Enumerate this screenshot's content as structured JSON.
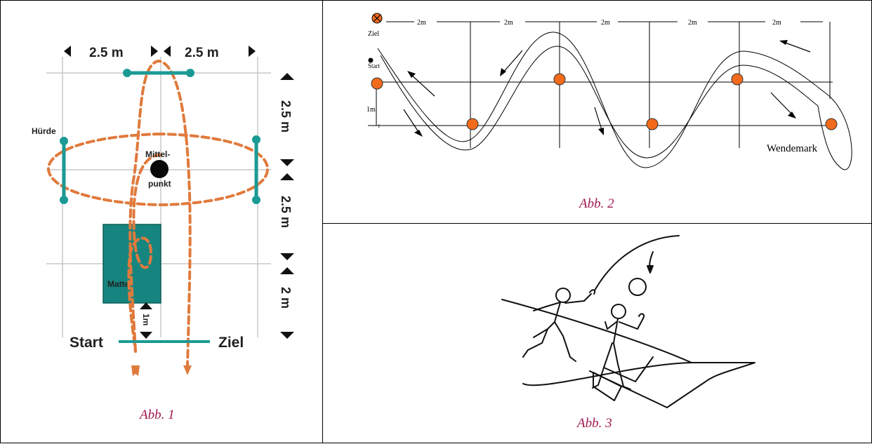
{
  "figure1": {
    "caption": "Abb. 1",
    "dim_top_left": "2.5 m",
    "dim_top_right": "2.5 m",
    "dim_right_1": "2.5 m",
    "dim_right_2": "2.5 m",
    "dim_right_3": "2 m",
    "label_hurdle": "Hürde",
    "label_center_1": "Mittel-",
    "label_center_2": "punkt",
    "label_mat": "Matte",
    "label_1m": "1m",
    "label_start": "Start",
    "label_goal": "Ziel",
    "colors": {
      "path": "#e07a3c",
      "hurdle": "#1b9a95",
      "mat": "#17857f"
    }
  },
  "figure2": {
    "caption": "Abb. 2",
    "label_goal": "Ziel",
    "label_start": "Start",
    "label_1m": "1m",
    "label_tick": "1",
    "spacing_labels": [
      "2m",
      "2m",
      "2m",
      "2m",
      "2m"
    ],
    "label_turn": "Wendemark",
    "colors": {
      "cone": "#f26b1d"
    }
  },
  "figure3": {
    "caption": "Abb. 3"
  }
}
